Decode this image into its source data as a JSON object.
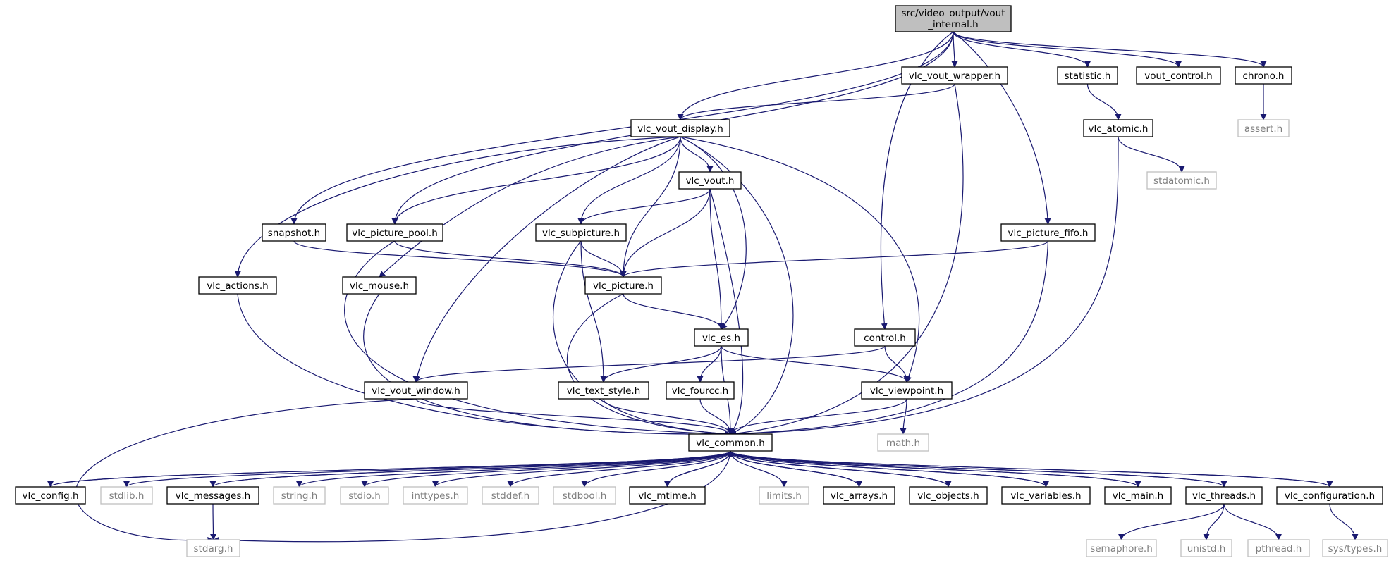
{
  "colors": {
    "edge": "#191970",
    "node_border": "#000000",
    "external_border": "#bfbfbf",
    "external_text": "#7f7f7f",
    "root_fill": "#bfbfbf",
    "node_fill": "#ffffff",
    "text": "#000000"
  },
  "nodes": {
    "root": {
      "label_line1": "src/video_output/vout",
      "label_line2": "_internal.h"
    },
    "vlc_vout_wrapper_h": "vlc_vout_wrapper.h",
    "statistic_h": "statistic.h",
    "vout_control_h": "vout_control.h",
    "chrono_h": "chrono.h",
    "assert_h": "assert.h",
    "vlc_atomic_h": "vlc_atomic.h",
    "stdatomic_h": "stdatomic.h",
    "vlc_vout_display_h": "vlc_vout_display.h",
    "vlc_vout_h": "vlc_vout.h",
    "snapshot_h": "snapshot.h",
    "vlc_picture_pool_h": "vlc_picture_pool.h",
    "vlc_subpicture_h": "vlc_subpicture.h",
    "vlc_picture_fifo_h": "vlc_picture_fifo.h",
    "vlc_actions_h": "vlc_actions.h",
    "vlc_mouse_h": "vlc_mouse.h",
    "vlc_picture_h": "vlc_picture.h",
    "control_h": "control.h",
    "vlc_es_h": "vlc_es.h",
    "vlc_vout_window_h": "vlc_vout_window.h",
    "vlc_text_style_h": "vlc_text_style.h",
    "vlc_fourcc_h": "vlc_fourcc.h",
    "vlc_viewpoint_h": "vlc_viewpoint.h",
    "math_h": "math.h",
    "vlc_common_h": "vlc_common.h",
    "vlc_config_h": "vlc_config.h",
    "stdlib_h": "stdlib.h",
    "vlc_messages_h": "vlc_messages.h",
    "string_h": "string.h",
    "stdio_h": "stdio.h",
    "inttypes_h": "inttypes.h",
    "stddef_h": "stddef.h",
    "stdbool_h": "stdbool.h",
    "vlc_mtime_h": "vlc_mtime.h",
    "limits_h": "limits.h",
    "vlc_arrays_h": "vlc_arrays.h",
    "vlc_objects_h": "vlc_objects.h",
    "vlc_variables_h": "vlc_variables.h",
    "vlc_main_h": "vlc_main.h",
    "vlc_threads_h": "vlc_threads.h",
    "vlc_configuration_h": "vlc_configuration.h",
    "stdarg_h": "stdarg.h",
    "semaphore_h": "semaphore.h",
    "unistd_h": "unistd.h",
    "pthread_h": "pthread.h",
    "sys_types_h": "sys/types.h"
  }
}
